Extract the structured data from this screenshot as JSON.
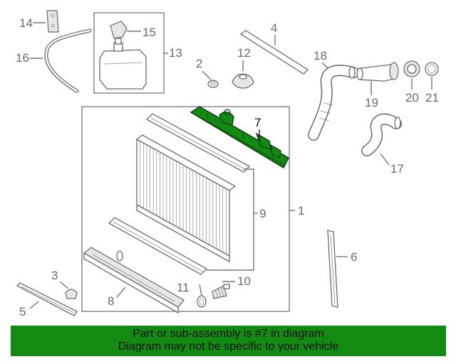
{
  "colors": {
    "highlight": "#138a12",
    "line": "#6a6a6a",
    "footer_bg": "#138a12",
    "footer_text": "#111111"
  },
  "callouts": {
    "c1": "1",
    "c2": "2",
    "c3": "3",
    "c4": "4",
    "c5": "5",
    "c6": "6",
    "c7": "7",
    "c8": "8",
    "c9": "9",
    "c10": "10",
    "c11": "11",
    "c12": "12",
    "c13": "13",
    "c14": "14",
    "c15": "15",
    "c16": "16",
    "c17": "17",
    "c18": "18",
    "c19": "19",
    "c20": "20",
    "c21": "21"
  },
  "highlighted_part": "7",
  "footer": {
    "line1": "Part or sub-assembly is #7 in diagram",
    "line2": "Diagram may not be specific to your vehicle"
  }
}
